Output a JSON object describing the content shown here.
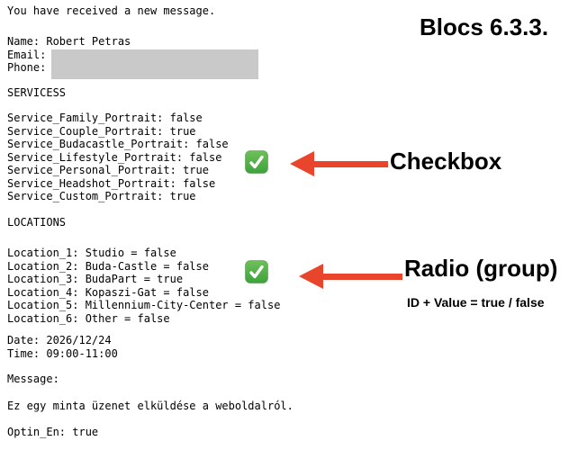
{
  "title_annotation": "Blocs 6.3.3.",
  "email": {
    "intro": "You have received a new message.",
    "contact_lines": [
      "Name: Robert Petras",
      "Email:",
      "Phone:"
    ],
    "services_heading": "SERVICESS",
    "service_lines": [
      "Service_Family_Portrait: false",
      "Service_Couple_Portrait: true",
      "Service_Budacastle_Portrait: false",
      "Service_Lifestyle_Portrait: false",
      "Service_Personal_Portrait: true",
      "Service_Headshot_Portrait: false",
      "Service_Custom_Portrait: true"
    ],
    "locations_heading": "LOCATIONS",
    "location_lines": [
      "Location_1: Studio = false",
      "Location_2: Buda-Castle = false",
      "Location_3: BudaPart = true",
      "Location_4: Kopaszi-Gat = false",
      "Location_5: Millennium-City-Center = false",
      "Location_6: Other = false"
    ],
    "schedule_lines": [
      "Date: 2026/12/24",
      "Time: 09:00-11:00"
    ],
    "message_label": "Message:",
    "message_body": "Ez egy minta üzenet elküldése a weboldalról.",
    "optin_line": "Optin_En: true"
  },
  "annotations": {
    "checkbox_label": "Checkbox",
    "radio_label": "Radio (group)",
    "radio_sublabel": "ID + Value = true / false",
    "checkmark_icon": "white-check-on-green-square",
    "arrow_icon": "red-left-arrow",
    "colors": {
      "arrow_red": "#e8452c",
      "emoji_green_top": "#6fc05b",
      "emoji_green_bottom": "#3da23a",
      "redaction_gray": "#c9c9c9",
      "text_black": "#000000"
    }
  }
}
